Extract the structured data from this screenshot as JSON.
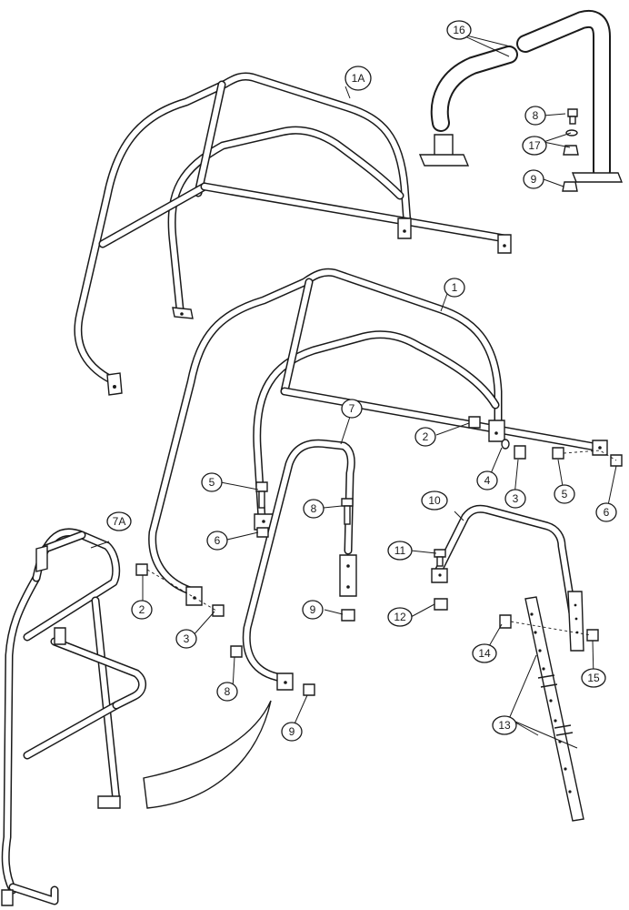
{
  "callouts": {
    "c1": "1",
    "c1A": "1A",
    "c2a": "2",
    "c2b": "2",
    "c3a": "3",
    "c3b": "3",
    "c4": "4",
    "c5a": "5",
    "c5b": "5",
    "c6a": "6",
    "c6b": "6",
    "c7": "7",
    "c7A": "7A",
    "c8a": "8",
    "c8b": "8",
    "c8c": "8",
    "c9a": "9",
    "c9b": "9",
    "c9c": "9",
    "c10": "10",
    "c11": "11",
    "c12": "12",
    "c13": "13",
    "c14": "14",
    "c15": "15",
    "c16": "16",
    "c17": "17"
  }
}
